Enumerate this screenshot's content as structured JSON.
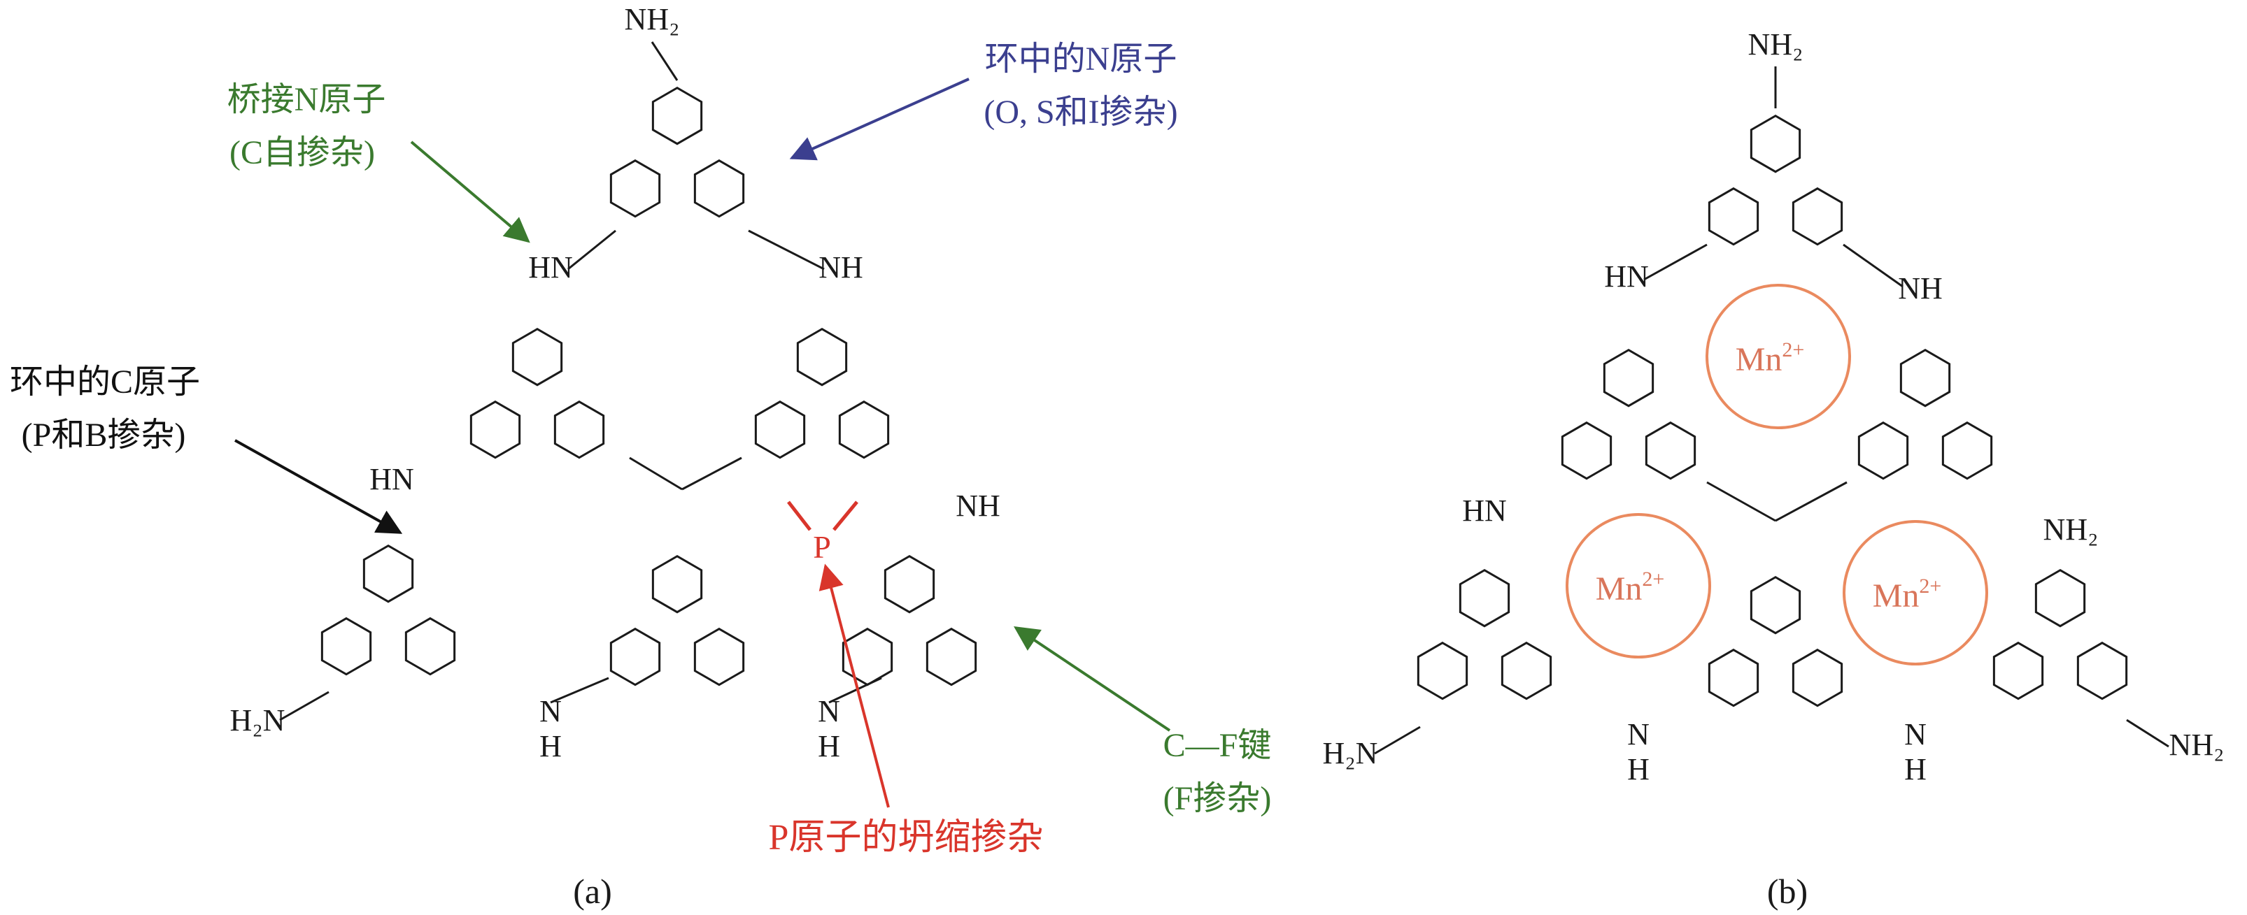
{
  "colors": {
    "bond": "#1a1a1a",
    "atom_text": "#1a1a1a",
    "green_label": "#3a7a2e",
    "blue_label": "#3b3f8f",
    "black_label": "#111111",
    "red_label": "#d9352b",
    "mn_circle": "#ea8a5f",
    "mn_text": "#d9755a"
  },
  "panel_a": {
    "caption": "(a)",
    "annotations": {
      "bridge_n": {
        "line1": "桥接N原子",
        "line2": "(C自掺杂)"
      },
      "ring_n": {
        "line1": "环中的N原子",
        "line2": "(O, S和I掺杂)"
      },
      "ring_c": {
        "line1": "环中的C原子",
        "line2": "(P和B掺杂)"
      },
      "cf_bond": {
        "line1": "C—F键",
        "line2": "(F掺杂)"
      },
      "p_doping": {
        "line1": "P原子的坍缩掺杂"
      }
    },
    "groups": {
      "nh2_top": "NH₂",
      "nh2_bottom_left": "H₂N",
      "p_atom": "P",
      "hn_top_left": "HN",
      "nh_top_right": "NH",
      "hn_mid_left": "HN",
      "nh_mid_right": "NH",
      "nh_bottom_1": "N",
      "nh_bottom_1_h": "H",
      "nh_bottom_2": "N",
      "nh_bottom_2_h": "H"
    }
  },
  "panel_b": {
    "caption": "(b)",
    "mn_label": "Mn",
    "mn_charge": "2+",
    "groups": {
      "nh2_top": "NH₂",
      "hn_upper_left": "HN",
      "nh_upper_right": "NH",
      "hn_mid_left": "HN",
      "nh2_mid_right": "NH₂",
      "h2n_bottom_left": "H₂N",
      "nh2_bottom_right": "NH₂",
      "nh_bottom_1": "N",
      "nh_bottom_1_h": "H",
      "nh_bottom_2": "N",
      "nh_bottom_2_h": "H"
    }
  }
}
